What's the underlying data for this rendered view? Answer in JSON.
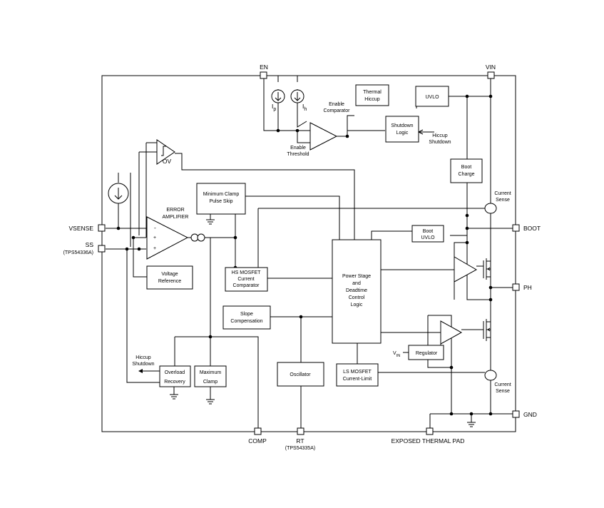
{
  "pins": {
    "en": "EN",
    "vin": "VIN",
    "vsense": "VSENSE",
    "ss": "SS",
    "ss_note": "(TPS54336A)",
    "boot": "BOOT",
    "ph": "PH",
    "gnd": "GND",
    "comp": "COMP",
    "rt": "RT",
    "rt_note": "(TPS54335A)",
    "thermal_pad": "EXPOSED THERMAL PAD"
  },
  "blocks": {
    "thermal_hiccup": [
      "Thermal",
      "Hiccup"
    ],
    "uvlo": [
      "UVLO"
    ],
    "shutdown_logic": [
      "Shutdown",
      "Logic"
    ],
    "boot_charge": [
      "Boot",
      "Charge"
    ],
    "min_clamp": [
      "Minimum Clamp",
      "Pulse Skip"
    ],
    "boot_uvlo": [
      "Boot",
      "UVLO"
    ],
    "voltage_reference": [
      "Voltage",
      "Reference"
    ],
    "hs_mosfet": [
      "HS MOSFET",
      "Current",
      "Comparator"
    ],
    "power_stage": [
      "Power Stage",
      "and",
      "Deadtime",
      "Control",
      "Logic"
    ],
    "slope_comp": [
      "Slope",
      "Compensation"
    ],
    "regulator": [
      "Regulator"
    ],
    "overload_recovery": [
      "Overload",
      "Recovery"
    ],
    "maximum_clamp": [
      "Maximum",
      "Clamp"
    ],
    "oscillator": [
      "Oscillator"
    ],
    "ls_mosfet": [
      "LS MOSFET",
      "Current-Limit"
    ]
  },
  "labels": {
    "ip": "I",
    "ip_sub": "p",
    "ih": "I",
    "ih_sub": "h",
    "enable_comparator": [
      "Enable",
      "Comparator"
    ],
    "enable_threshold": [
      "Enable",
      "Threshold"
    ],
    "hiccup_shutdown_right": [
      "Hiccup",
      "Shutdown"
    ],
    "hiccup_shutdown_left": [
      "Hiccup",
      "Shutdown"
    ],
    "ov": "OV",
    "error_amplifier": [
      "ERROR",
      "AMPLIFIER"
    ],
    "current_sense_top": [
      "Current",
      "Sense"
    ],
    "current_sense_bottom": [
      "Current",
      "Sense"
    ],
    "vin_small": "V",
    "vin_small_sub": "IN",
    "minus": "-",
    "plus1": "+",
    "plus2": "+"
  }
}
